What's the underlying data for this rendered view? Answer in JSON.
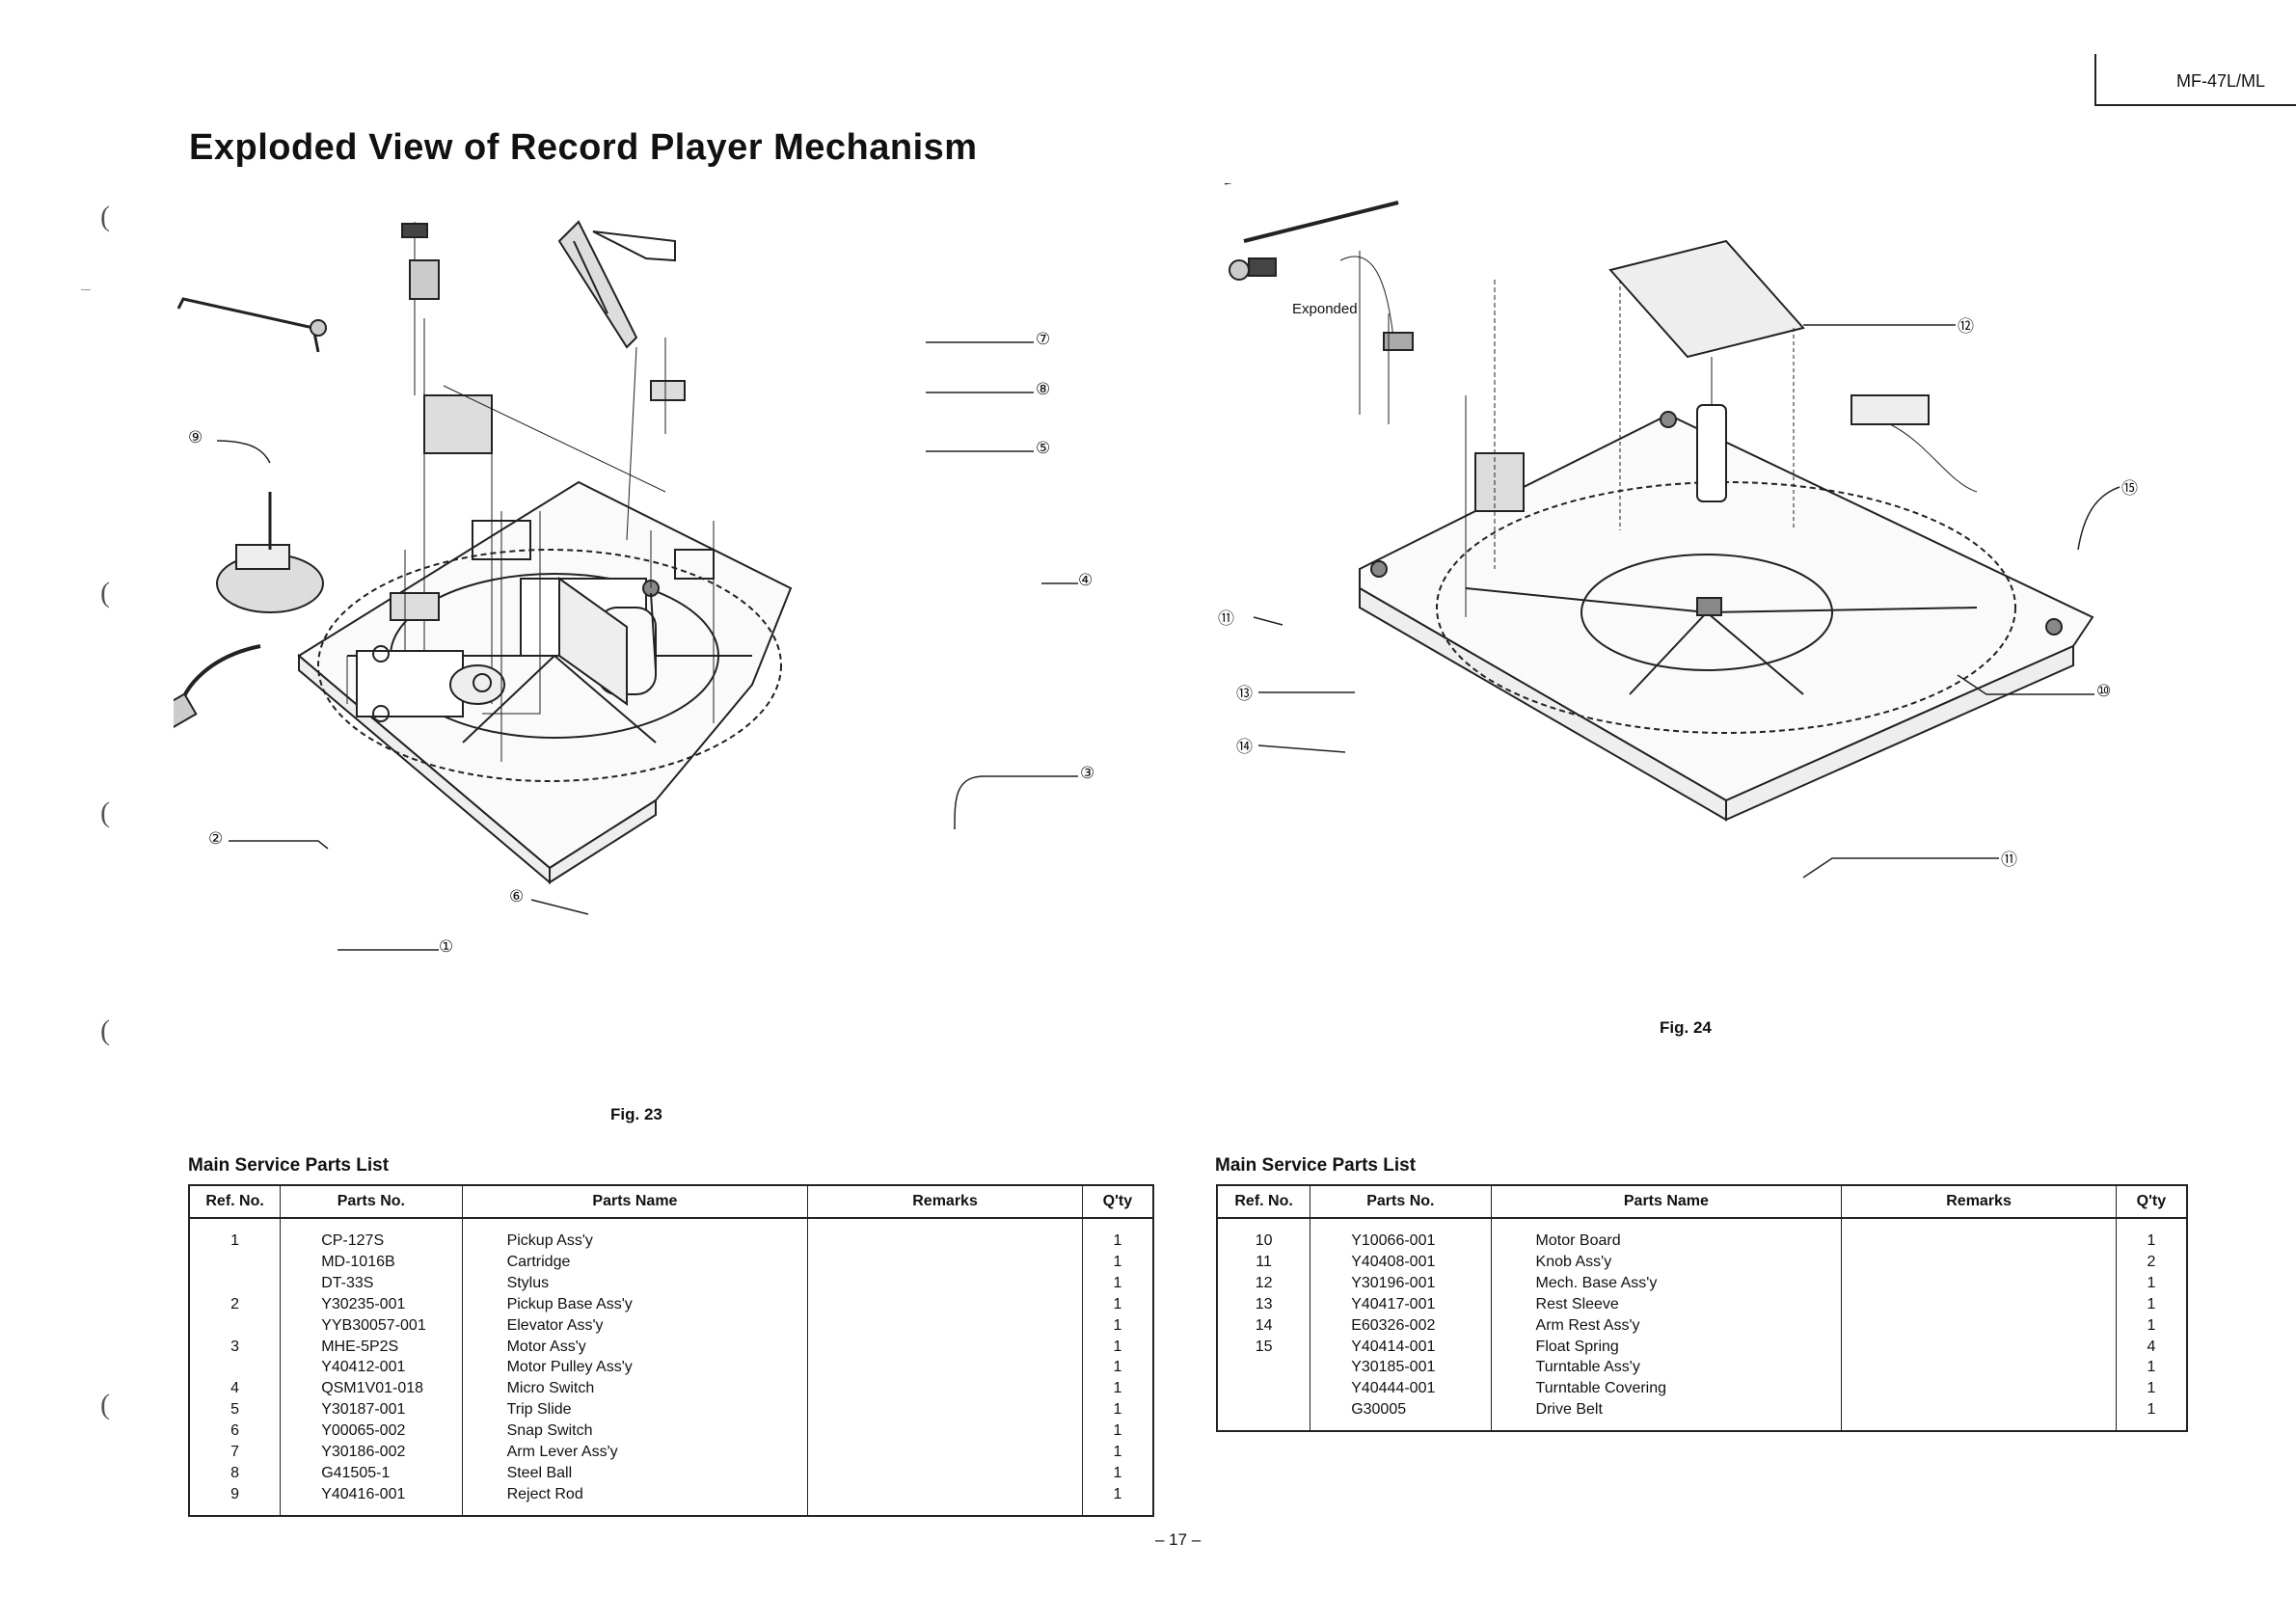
{
  "header": {
    "model": "MF-47L/ML",
    "title": "Exploded View of Record Player Mechanism"
  },
  "margin_marks": [
    "(",
    "(",
    "(",
    "(",
    "("
  ],
  "figures": {
    "fig23": {
      "caption": "Fig. 23",
      "callouts": [
        "⑦",
        "⑧",
        "⑤",
        "⑨",
        "④",
        "③",
        "②",
        "⑥",
        "①"
      ]
    },
    "fig24": {
      "caption": "Fig. 24",
      "label_expanded": "Exponded",
      "callouts": [
        "⑫",
        "⑮",
        "⑪",
        "⑩",
        "⑬",
        "⑭",
        "⑪"
      ]
    }
  },
  "parts_lists": {
    "left": {
      "title": "Main Service Parts List",
      "headers": [
        "Ref. No.",
        "Parts No.",
        "Parts Name",
        "Remarks",
        "Q'ty"
      ],
      "ref": [
        "1",
        "",
        "",
        "2",
        "",
        "3",
        "",
        "4",
        "5",
        "6",
        "7",
        "8",
        "9"
      ],
      "parts_no": [
        "CP-127S",
        "MD-1016B",
        "DT-33S",
        "Y30235-001",
        "YYB30057-001",
        "MHE-5P2S",
        "Y40412-001",
        "QSM1V01-018",
        "Y30187-001",
        "Y00065-002",
        "Y30186-002",
        "G41505-1",
        "Y40416-001"
      ],
      "parts_name": [
        "Pickup Ass'y",
        "Cartridge",
        "Stylus",
        "Pickup Base Ass'y",
        "Elevator Ass'y",
        "Motor Ass'y",
        "Motor Pulley Ass'y",
        "Micro Switch",
        "Trip Slide",
        "Snap Switch",
        "Arm Lever Ass'y",
        "Steel Ball",
        "Reject Rod"
      ],
      "qty": [
        "1",
        "1",
        "1",
        "1",
        "1",
        "1",
        "1",
        "1",
        "1",
        "1",
        "1",
        "1",
        "1"
      ]
    },
    "right": {
      "title": "Main Service Parts List",
      "headers": [
        "Ref. No.",
        "Parts No.",
        "Parts Name",
        "Remarks",
        "Q'ty"
      ],
      "ref": [
        "10",
        "11",
        "12",
        "13",
        "14",
        "15",
        "",
        "",
        ""
      ],
      "parts_no": [
        "Y10066-001",
        "Y40408-001",
        "Y30196-001",
        "Y40417-001",
        "E60326-002",
        "Y40414-001",
        "Y30185-001",
        "Y40444-001",
        "G30005"
      ],
      "parts_name": [
        "Motor Board",
        "Knob Ass'y",
        "Mech. Base Ass'y",
        "Rest Sleeve",
        "Arm Rest Ass'y",
        "Float Spring",
        "Turntable Ass'y",
        "Turntable Covering",
        "Drive Belt"
      ],
      "qty": [
        "1",
        "2",
        "1",
        "1",
        "1",
        "4",
        "1",
        "1",
        "1"
      ]
    }
  },
  "footer": {
    "page_number": "– 17 –"
  }
}
